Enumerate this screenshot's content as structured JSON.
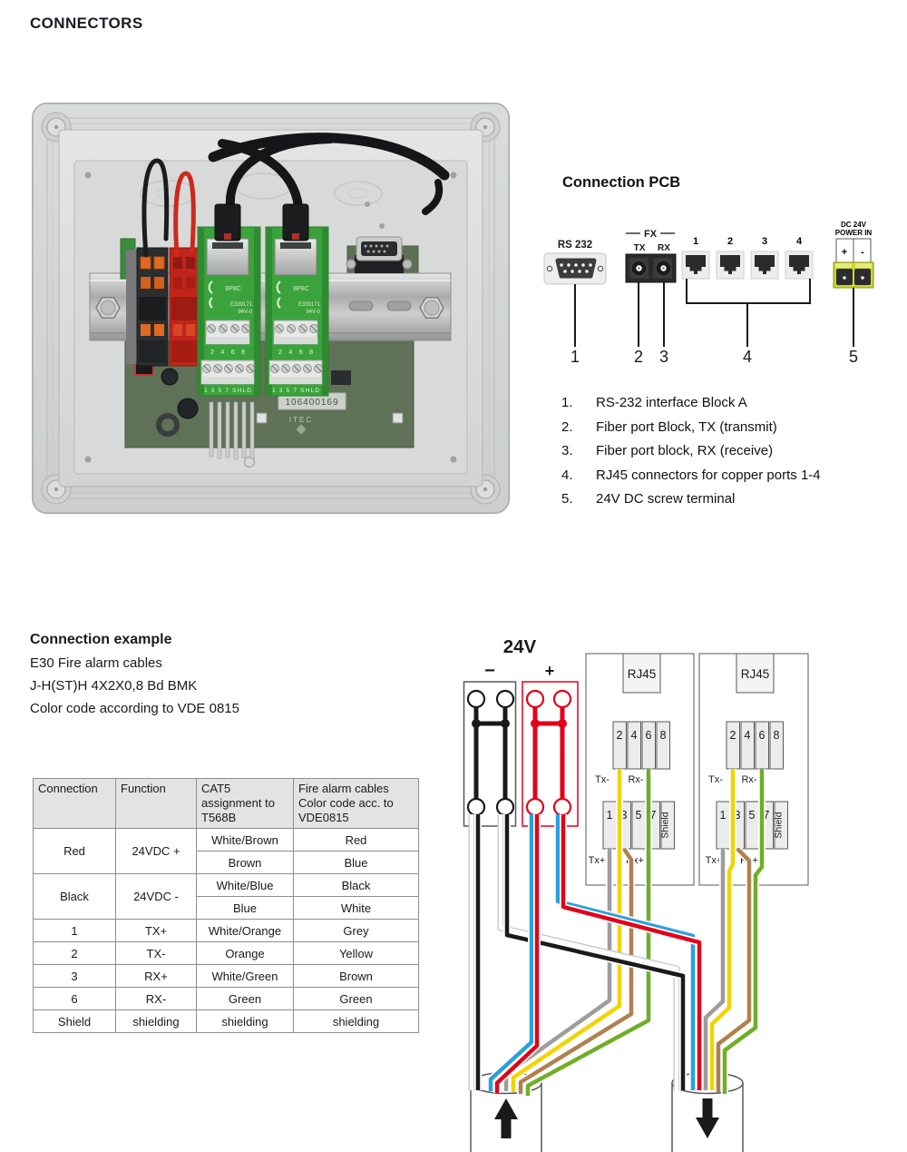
{
  "title": "CONNECTORS",
  "photo": {
    "module": {
      "top_text": "8P8C",
      "cert1": "E339171",
      "cert2": "94V-0",
      "pins_even": "2 4 6 8",
      "pins_odd": "1 3 5 7 SHLD"
    },
    "board_label": "106400169",
    "brand": "ITEC"
  },
  "pcb": {
    "heading": "Connection PCB",
    "rs232": {
      "label": "RS 232",
      "callout": "1"
    },
    "fx": {
      "label": "FX",
      "tx": "TX",
      "rx": "RX",
      "callout_tx": "2",
      "callout_rx": "3"
    },
    "rj45": {
      "ports": [
        "1",
        "2",
        "3",
        "4"
      ],
      "callout": "4"
    },
    "power": {
      "label1": "DC 24V",
      "label2": "POWER IN",
      "plus": "+",
      "minus": "-",
      "callout": "5"
    },
    "legend": [
      {
        "num": "1.",
        "text": "RS-232 interface Block A"
      },
      {
        "num": "2.",
        "text": "Fiber port Block, TX (transmit)"
      },
      {
        "num": "3.",
        "text": "Fiber port block, RX (receive)"
      },
      {
        "num": "4.",
        "text": "RJ45 connectors for copper ports 1-4"
      },
      {
        "num": "5.",
        "text": "24V DC screw terminal"
      }
    ]
  },
  "example": {
    "heading": "Connection example",
    "line1": "E30 Fire alarm cables",
    "line2": "J-H(ST)H 4X2X0,8 Bd BMK",
    "line3": "Color code according to VDE 0815"
  },
  "table": {
    "headers": [
      "Connection",
      "Function",
      "CAT5 assignment to T568B",
      "Fire alarm cables Color code acc. to VDE0815"
    ],
    "rows": {
      "red": {
        "connection": "Red",
        "function": "24VDC +",
        "cat5": [
          "White/Brown",
          "Brown"
        ],
        "fire": [
          "Red",
          "Blue"
        ]
      },
      "black": {
        "connection": "Black",
        "function": "24VDC -",
        "cat5": [
          "White/Blue",
          "Blue"
        ],
        "fire": [
          "Black",
          "White"
        ]
      },
      "r1": {
        "connection": "1",
        "function": "TX+",
        "cat5": "White/Orange",
        "fire": "Grey"
      },
      "r2": {
        "connection": "2",
        "function": "TX-",
        "cat5": "Orange",
        "fire": "Yellow"
      },
      "r3": {
        "connection": "3",
        "function": "RX+",
        "cat5": "White/Green",
        "fire": "Brown"
      },
      "r6": {
        "connection": "6",
        "function": "RX-",
        "cat5": "Green",
        "fire": "Green"
      },
      "shield": {
        "connection": "Shield",
        "function": "shielding",
        "cat5": "shielding",
        "fire": "shielding"
      }
    }
  },
  "wiring": {
    "title": "24V",
    "minus": "−",
    "plus": "+",
    "rj45_label": "RJ45",
    "pins_even": [
      "2",
      "4",
      "6",
      "8"
    ],
    "pins_odd": [
      "1",
      "3",
      "5",
      "7"
    ],
    "shield": "Shield",
    "tx_minus": "Tx-",
    "rx_minus": "Rx-",
    "tx_plus": "Tx+",
    "rx_plus": "Rx+",
    "colors": {
      "red": "#e2001a",
      "blue": "#29a0dc",
      "black": "#1a1a1a",
      "white": "#ffffff",
      "grey": "#9d9d9c",
      "yellow": "#f0d500",
      "brown": "#b08050",
      "green": "#6fae28",
      "outline": "#58585a"
    }
  }
}
